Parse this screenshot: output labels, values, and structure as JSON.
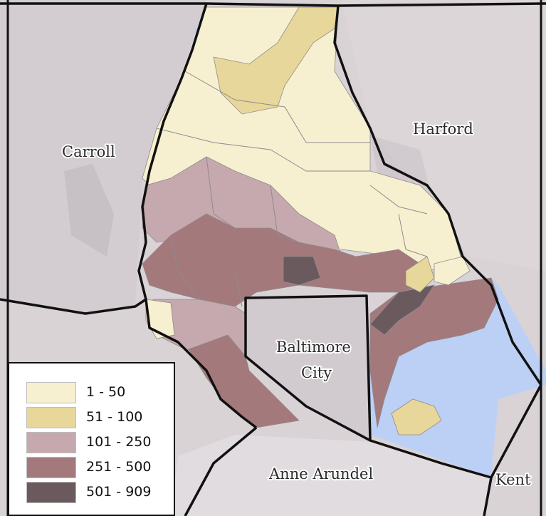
{
  "labels": {
    "carroll": "Carroll",
    "harford": "Harford",
    "baltimore_city_line1": "Baltimore",
    "baltimore_city_line2": "City",
    "anne_arundel": "Anne Arundel",
    "kent": "Kent"
  },
  "legend": {
    "classes": [
      {
        "range": "1 - 50",
        "color": "#f6f0d0"
      },
      {
        "range": "51 - 100",
        "color": "#e8d79a"
      },
      {
        "range": "101 - 250",
        "color": "#c6a9ae"
      },
      {
        "range": "251 - 500",
        "color": "#a3797c"
      },
      {
        "range": "501 - 909",
        "color": "#6a5a5d"
      }
    ]
  },
  "colors": {
    "water": "#bcd0f5",
    "surrounding_land": "#d9d3d6",
    "county_border": "#111111"
  }
}
